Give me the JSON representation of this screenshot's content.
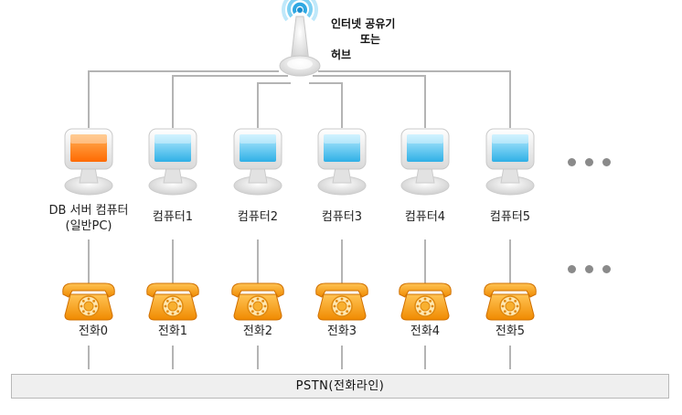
{
  "router": {
    "label_lines": [
      "인터넷 공유기",
      "또는",
      "허브"
    ]
  },
  "computers": [
    {
      "label": "DB 서버 컴퓨터",
      "sublabel": "(일반PC)",
      "screen": "orange"
    },
    {
      "label": "컴퓨터1",
      "sublabel": "",
      "screen": "blue"
    },
    {
      "label": "컴퓨터2",
      "sublabel": "",
      "screen": "blue"
    },
    {
      "label": "컴퓨터3",
      "sublabel": "",
      "screen": "blue"
    },
    {
      "label": "컴퓨터4",
      "sublabel": "",
      "screen": "blue"
    },
    {
      "label": "컴퓨터5",
      "sublabel": "",
      "screen": "blue"
    }
  ],
  "phones": [
    {
      "label": "전화0"
    },
    {
      "label": "전화1"
    },
    {
      "label": "전화2"
    },
    {
      "label": "전화3"
    },
    {
      "label": "전화4"
    },
    {
      "label": "전화5"
    }
  ],
  "pstn": {
    "label": "PSTN(전화라인)"
  },
  "colors": {
    "line": "#b4b4b4",
    "screen_orange": "#ff7a00",
    "screen_blue": "#5cc8f0",
    "phone_body": "#f7a21c",
    "router_ring": "#3fb4e8"
  },
  "more_indicator": "…"
}
